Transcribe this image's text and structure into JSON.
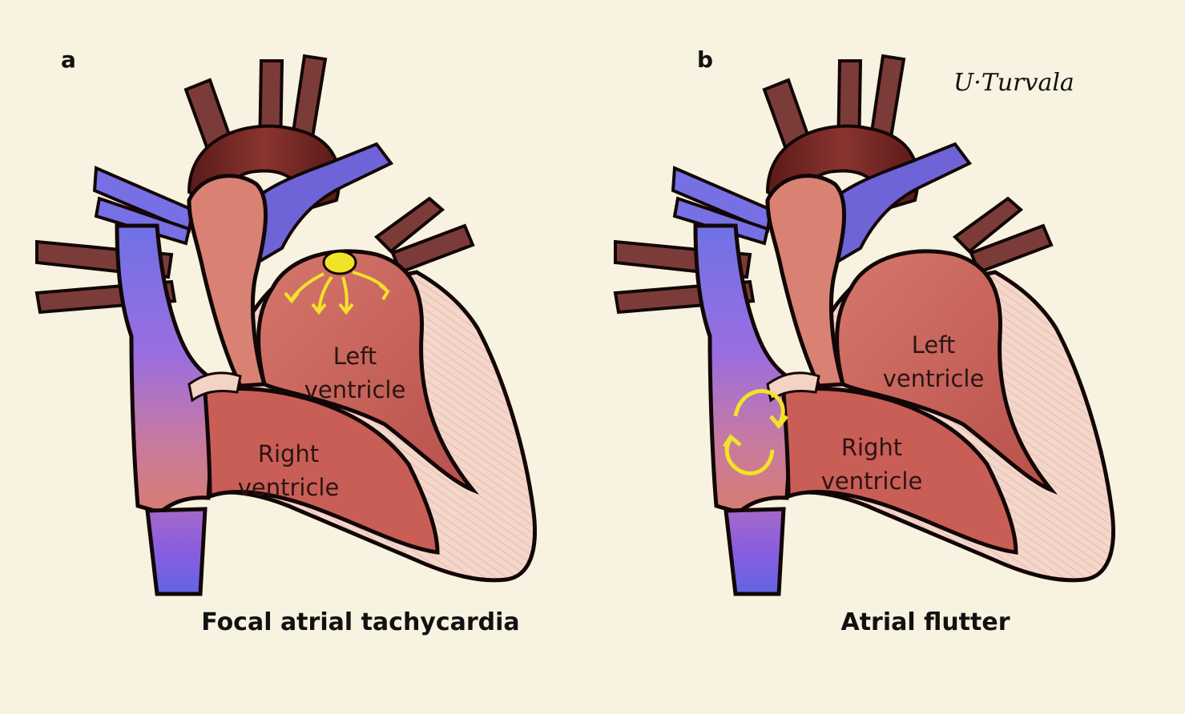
{
  "panels": [
    {
      "letter": "a",
      "caption": "Focal atrial tachycardia",
      "left_ventricle": "Left ventricle",
      "right_ventricle": "Right ventricle"
    },
    {
      "letter": "b",
      "caption": "Atrial flutter",
      "left_ventricle": "Left ventricle",
      "right_ventricle": "Right ventricle"
    }
  ],
  "signature": "U·Turvala",
  "colors": {
    "background": "#f8f2e0",
    "myocardium": "#d97a6e",
    "chamber": "#c45d55",
    "septum": "#f3d3c6",
    "aorta": "#6e2421",
    "vena": "#6b66e0",
    "pulmonary_vein": "#7b3c39",
    "activation": "#f2e22a",
    "outline": "#120606"
  }
}
